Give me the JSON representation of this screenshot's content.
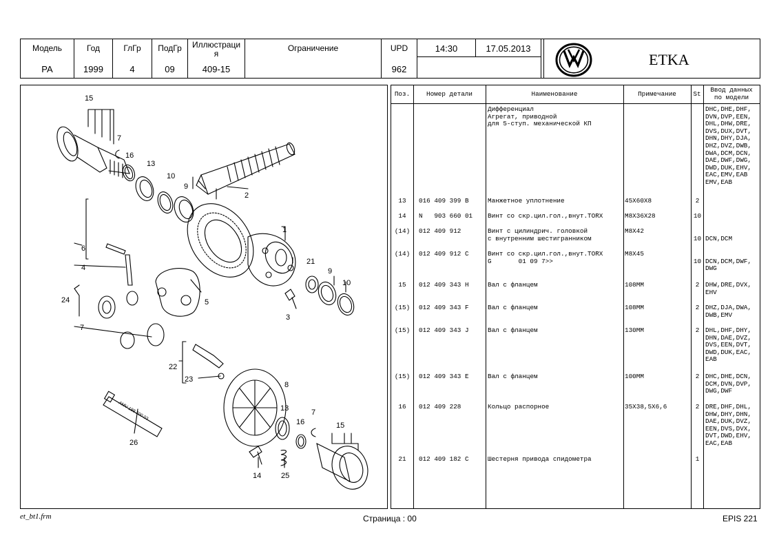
{
  "header": {
    "cols": [
      {
        "label": "Модель",
        "value": "PA"
      },
      {
        "label": "Год",
        "value": "1999"
      },
      {
        "label": "ГлГр",
        "value": "4"
      },
      {
        "label": "ПодГр",
        "value": "09"
      },
      {
        "label": "Иллюстраци я",
        "value": "409-15"
      },
      {
        "label": "Ограничение",
        "value": ""
      },
      {
        "label": "UPD",
        "value": "962"
      }
    ],
    "time": "14:30",
    "date": "17.05.2013",
    "brand": "ETKA"
  },
  "table": {
    "headers": {
      "pos": "Поз.",
      "part_no": "Номер детали",
      "name": "Наименование",
      "note": "Примечание",
      "st": "St",
      "model": "Ввод данных по модели"
    },
    "rows": [
      {
        "pos": "",
        "part_no": "",
        "name": "Дифференциал\nАгрегат, приводной\nдля 5-ступ. механической КП",
        "note": "",
        "st": "",
        "model": "DHC,DHE,DHF,\nDVN,DVP,EEN,\nDHL,DHW,DRE,\nDVS,DUX,DVT,\nDHN,DHY,DJA,\nDHZ,DVZ,DWB,\nDWA,DCM,DCN,\nDAE,DWF,DWG,\nDWD,DUK,EHV,\nEAC,EMV,EAB\nEMV,EAB"
      },
      {
        "pos": "13",
        "part_no": "016 409 399 B",
        "name": "Манжетное уплотнение",
        "note": "45X60X8",
        "st": "2",
        "model": ""
      },
      {
        "pos": "14",
        "part_no": "N   903 660 01",
        "name": "Винт со скр.цил.гол.,внут.TORX",
        "note": "M8X36X28",
        "st": "10",
        "model": ""
      },
      {
        "pos": "(14)",
        "part_no": "012 409 912",
        "name": "Винт с цилиндрич. головкой\nс внутренним шестигранником",
        "note": "M8X42",
        "st": "\n10",
        "model": "\nDCN,DCM"
      },
      {
        "pos": "(14)",
        "part_no": "012 409 912 C",
        "name": "Винт со скр.цил.гол.,внут.TORX\nG       01 09 7>>",
        "note": "M8X45",
        "st": "\n10",
        "model": "\nDCN,DCM,DWF,\nDWG"
      },
      {
        "pos": "15",
        "part_no": "012 409 343 H",
        "name": "Вал с фланцем",
        "note": "108MM",
        "st": "2",
        "model": "DHW,DRE,DVX,\nEHV"
      },
      {
        "pos": "(15)",
        "part_no": "012 409 343 F",
        "name": "Вал с фланцем",
        "note": "108MM",
        "st": "2",
        "model": "DHZ,DJA,DWA,\nDWB,EMV"
      },
      {
        "pos": "(15)",
        "part_no": "012 409 343 J",
        "name": "Вал с фланцем",
        "note": "130MM",
        "st": "2",
        "model": "DHL,DHF,DHY,\nDHN,DAE,DVZ,\nDVS,EEN,DVT,\nDWD,DUK,EAC,\nEAB"
      },
      {
        "pos": "(15)",
        "part_no": "012 409 343 E",
        "name": "Вал с фланцем",
        "note": "100MM",
        "st": "2",
        "model": "DHC,DHE,DCN,\nDCM,DVN,DVP,\nDWG,DWF"
      },
      {
        "pos": "16",
        "part_no": "012 409 228",
        "name": "Кольцо распорное",
        "note": "35X38,5X6,6",
        "st": "2",
        "model": "DRE,DHF,DHL,\nDHW,DHY,DHN,\nDAE,DUK,DVZ,\nEEN,DVS,DVX,\nDVT,DWD,EHV,\nEAC,EAB"
      },
      {
        "pos": "21",
        "part_no": "012 409 182 C",
        "name": "Шестерня привода спидометра",
        "note": "",
        "st": "1",
        "model": ""
      }
    ]
  },
  "diagram": {
    "callouts": [
      "15",
      "7",
      "16",
      "13",
      "10",
      "9",
      "2",
      "1",
      "6",
      "4",
      "21",
      "9",
      "10",
      "24",
      "5",
      "3",
      "7",
      "22",
      "8",
      "23",
      "13",
      "7",
      "16",
      "15",
      "26",
      "14",
      "25"
    ],
    "tube_text": "AMV 188 200 03"
  },
  "footer": {
    "left": "et_bt1.frm",
    "center": "Страница : 00",
    "right": "EPIS 221"
  }
}
